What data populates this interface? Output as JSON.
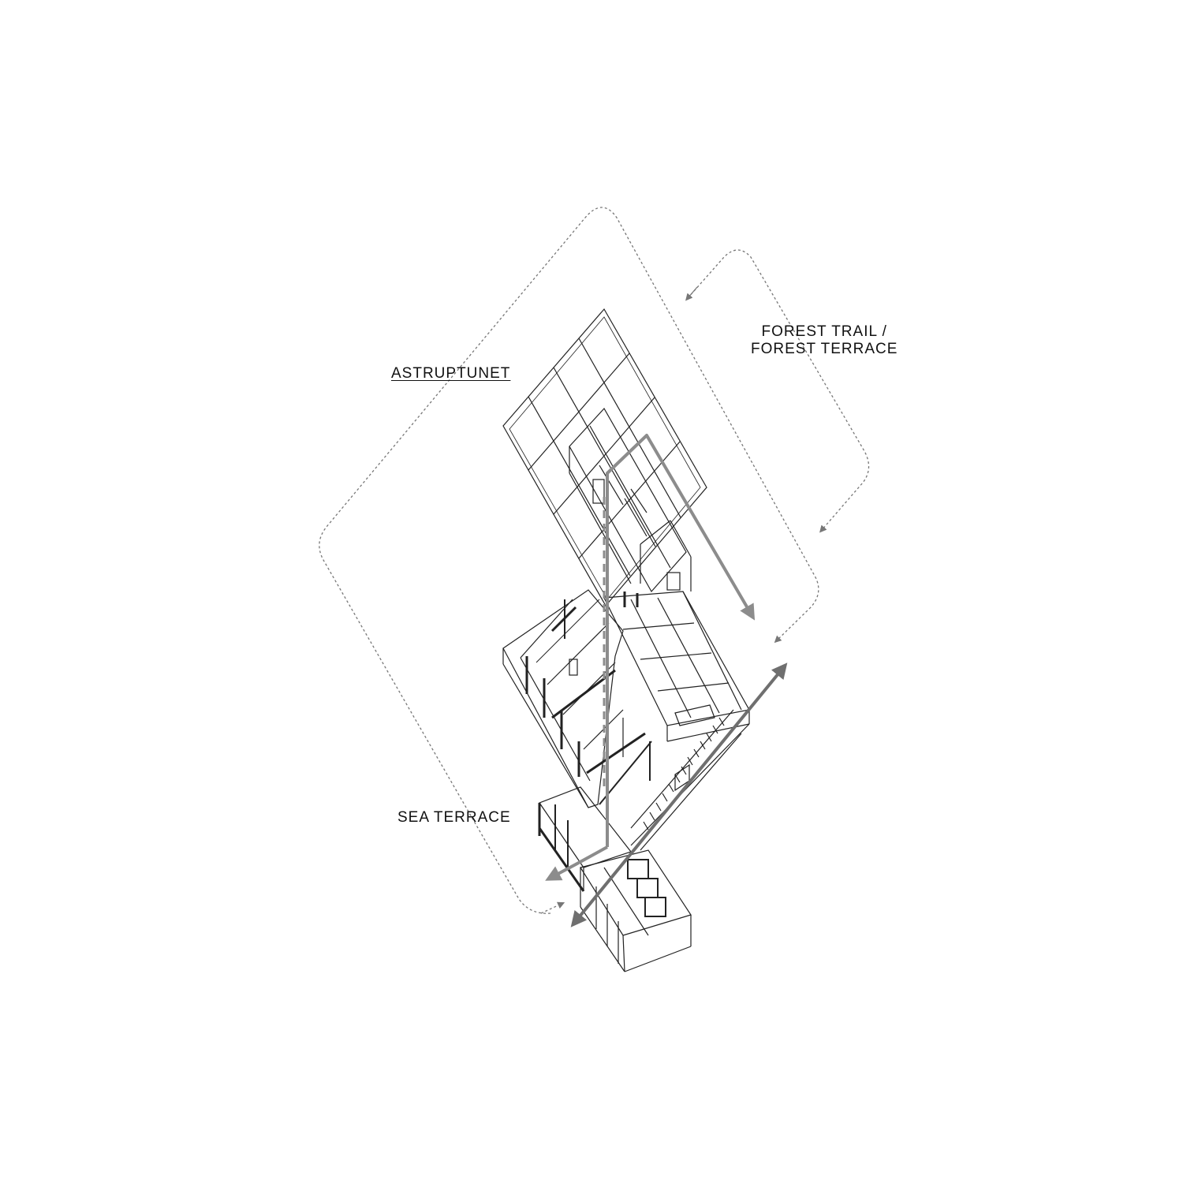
{
  "labels": {
    "astruptunet": "ASTRUPTUNET",
    "forest_line1": "FOREST TRAIL /",
    "forest_line2": "FOREST TERRACE",
    "sea_terrace": "SEA TERRACE"
  },
  "colors": {
    "line": "#222222",
    "dashed_loop": "#777777",
    "arrow_gray": "#8c8c8c",
    "arrow_dark": "#6f6f6f",
    "background": "#ffffff"
  }
}
